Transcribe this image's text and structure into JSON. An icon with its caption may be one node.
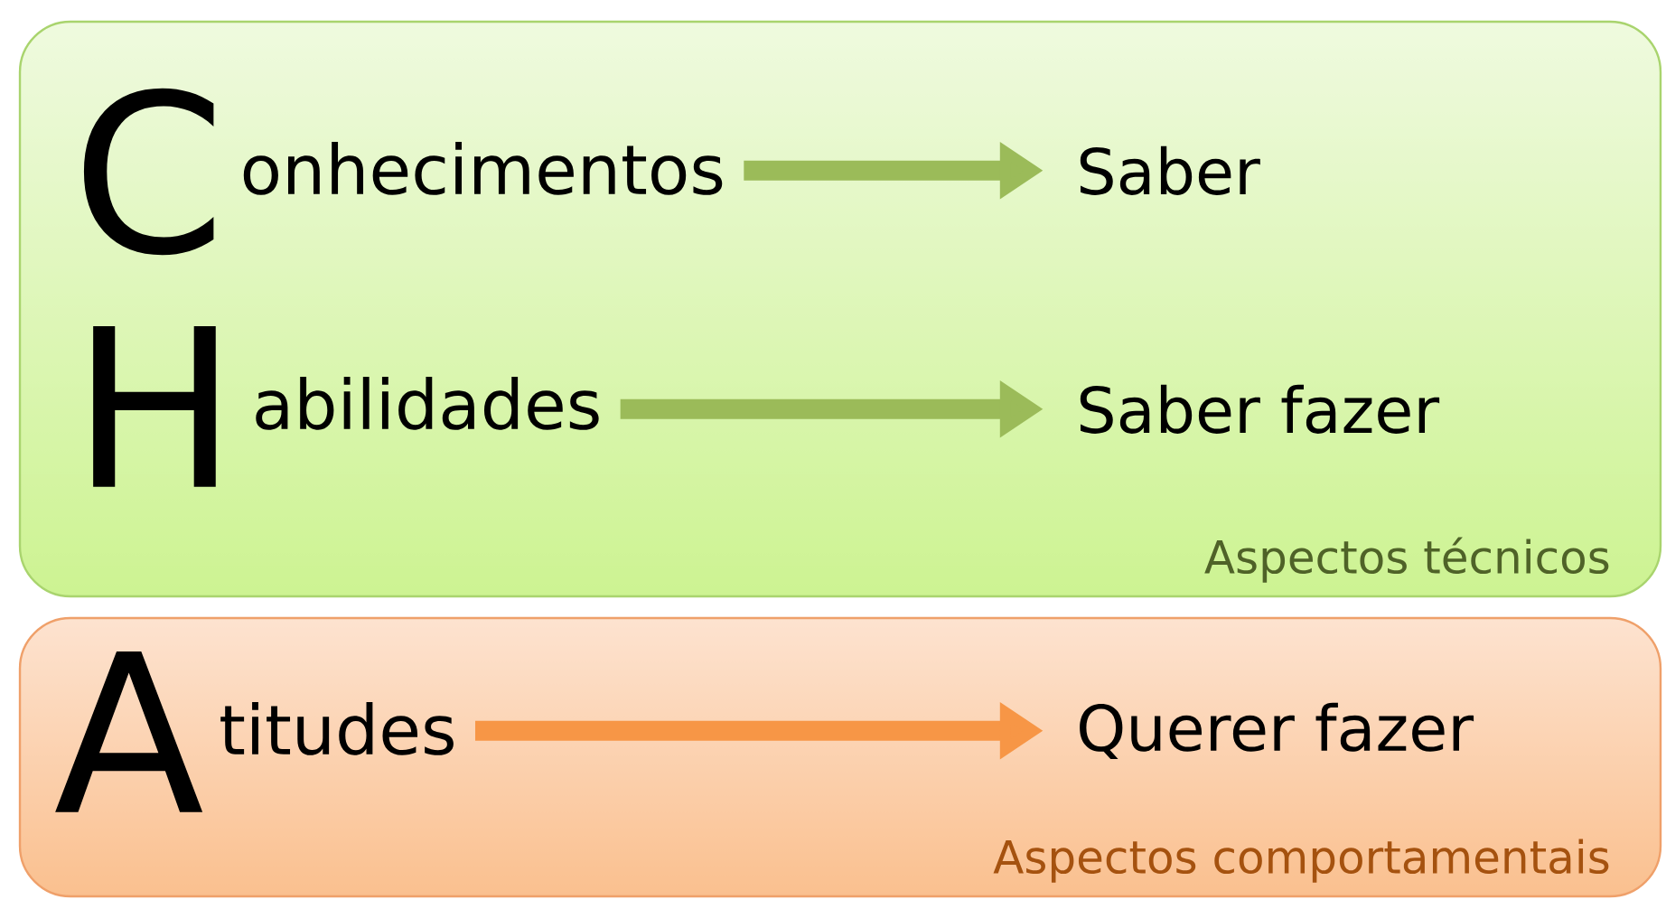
{
  "diagram": {
    "nodes": [
      {
        "text": [
          "Aspectos técnicos"
        ]
      },
      {
        "text": [
          "C",
          "onhecimentos"
        ],
        "in": 0
      },
      {
        "text": [
          "Saber"
        ],
        "in": 0
      },
      {
        "text": [
          "H",
          "abilidades"
        ],
        "in": 0
      },
      {
        "text": [
          "Saber fazer"
        ],
        "in": 0
      },
      {
        "text": [
          "Aspectos comportamentais"
        ]
      },
      {
        "text": [
          "A",
          "titudes"
        ],
        "in": 5
      },
      {
        "text": [
          "Querer fazer"
        ],
        "in": 5
      }
    ],
    "edges": [
      {
        "from": 1,
        "to": 2,
        "arrow": "to"
      },
      {
        "from": 3,
        "to": 4,
        "arrow": "to"
      },
      {
        "from": 6,
        "to": 7,
        "arrow": "to",
        "color": "#f79646"
      }
    ]
  }
}
